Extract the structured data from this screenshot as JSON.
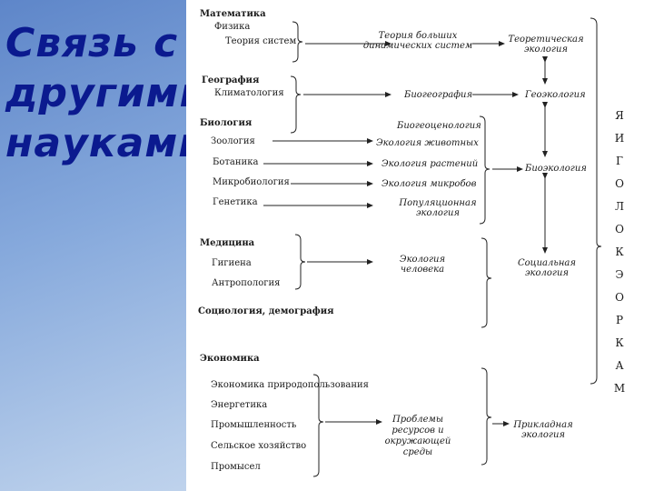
{
  "title": {
    "line1": "Связь с",
    "line2": "другими",
    "line3": "науками"
  },
  "left": {
    "matematika": "Математика",
    "fizika": "Физика",
    "teoriya_sistem": "Теория систем",
    "geografiya": "География",
    "klimatologiya": "Климатология",
    "biologiya": "Биология",
    "zoologiya": "Зоология",
    "botanika": "Ботаника",
    "mikrobiologiya": "Микробиология",
    "genetika": "Генетика",
    "meditsina": "Медицина",
    "gigiena": "Гигиена",
    "antropologiya": "Антропология",
    "sotsiologiya": "Социология, демография",
    "ekonomika": "Экономика",
    "ekonomika_prirodopolzovaniya": "Экономика природопользования",
    "energetika": "Энергетика",
    "promyshlennost": "Промышленность",
    "selskoe_hozyaystvo": "Сельское хозяйство",
    "promysel": "Промысел"
  },
  "middle": {
    "teoriya_bolshih": [
      "Теория больших",
      "динамических систем"
    ],
    "biogeografiya": "Биогеография",
    "biogeotsenologiya": "Биогеоценология",
    "ekologiya_zhivotnyh": "Экология животных",
    "ekologiya_rasteniy": "Экология растений",
    "ekologiya_mikrobov": "Экология микробов",
    "populyatsionnaya": [
      "Популяционная",
      "экология"
    ],
    "ekologiya_cheloveka": [
      "Экология",
      "человека"
    ],
    "problemy": [
      "Проблемы",
      "ресурсов и",
      "окружающей",
      "среды"
    ]
  },
  "right": {
    "teoreticheskaya": [
      "Теоретическая",
      "экология"
    ],
    "geoekologiya": "Геоэкология",
    "bioekologiya": "Биоэкология",
    "sotsialnaya": [
      "Социальная",
      "экология"
    ],
    "prikladnaya": [
      "Прикладная",
      "экология"
    ]
  },
  "side_label": "МАКРОЭКОЛОГИЯ"
}
